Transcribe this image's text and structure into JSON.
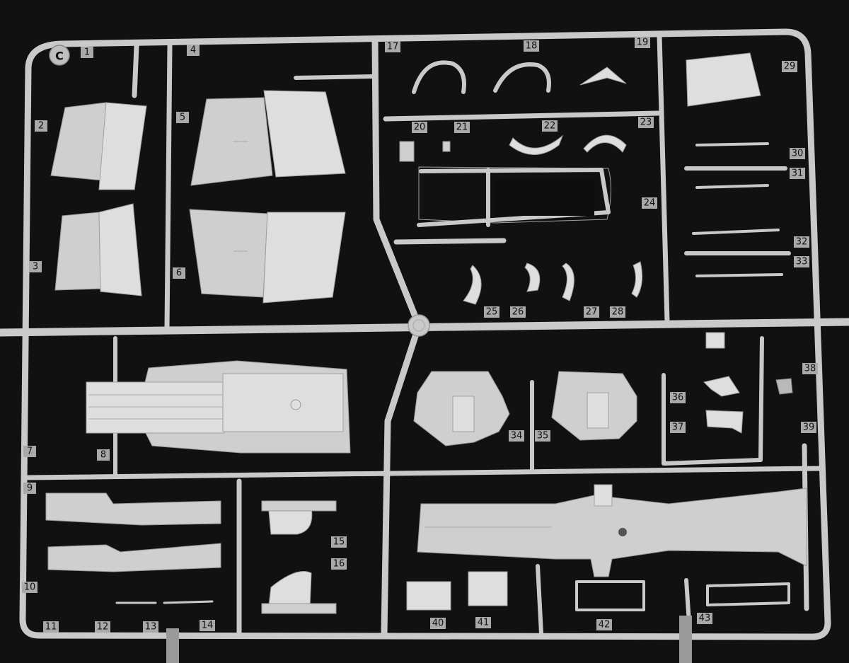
{
  "sprue": {
    "letter": "C",
    "part_numbers": [
      "1",
      "2",
      "3",
      "4",
      "5",
      "6",
      "7",
      "8",
      "9",
      "10",
      "11",
      "12",
      "13",
      "14",
      "15",
      "16",
      "17",
      "18",
      "19",
      "20",
      "21",
      "22",
      "23",
      "24",
      "25",
      "26",
      "27",
      "28",
      "29",
      "30",
      "31",
      "32",
      "33",
      "34",
      "35",
      "36",
      "37",
      "38",
      "39",
      "40",
      "41",
      "42",
      "43"
    ]
  },
  "colors": {
    "background": "#0d0d0d",
    "plastic": "#cfcfcf",
    "runner": "#c9c9c9"
  }
}
